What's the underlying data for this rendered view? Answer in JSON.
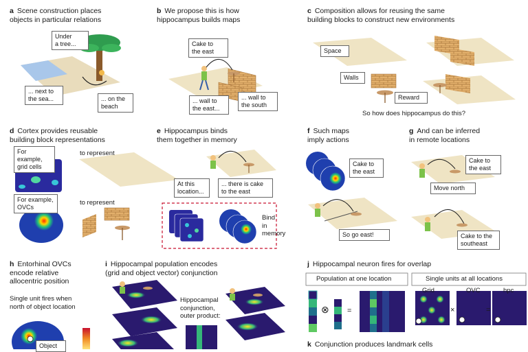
{
  "panels": {
    "a": {
      "letter": "a",
      "title": "Scene construction places\nobjects in particular relations",
      "labels": [
        "Under\na tree...",
        "... next to\nthe sea...",
        "... on the\nbeach"
      ]
    },
    "b": {
      "letter": "b",
      "title": "We propose this is how\nhippocampus builds maps",
      "labels": [
        "Cake to\nthe east",
        "... wall to\nthe east...",
        "... wall to\nthe south"
      ]
    },
    "c": {
      "letter": "c",
      "title": "Composition allows for reusing the same\nbuilding blocks to construct new environments",
      "labels": [
        "Space",
        "Walls",
        "Reward"
      ],
      "question": "So how does hippocampus do this?"
    },
    "d": {
      "letter": "d",
      "title": "Cortex provides reusable\nbuilding block representations",
      "labels": [
        "For example,\ngrid cells",
        "For example,\nOVCs"
      ],
      "represent": "to represent"
    },
    "e": {
      "letter": "e",
      "title": "Hippocampus binds\nthem together in memory",
      "labels": [
        "At this\nlocation...",
        "... there is cake\nto the east"
      ],
      "bind": "Bind\nin\nmemory"
    },
    "f": {
      "letter": "f",
      "title": "Such maps\nimply actions",
      "labels": [
        "Cake to\nthe east",
        "So go east!"
      ]
    },
    "g": {
      "letter": "g",
      "title": "And can be inferred\nin remote locations",
      "labels": [
        "Cake to\nthe east",
        "Move north",
        "Cake to the\nsoutheast"
      ]
    },
    "h": {
      "letter": "h",
      "title": "Entorhinal OVCs\nencode relative\nallocentric position",
      "caption": "Single unit fires when\nnorth of object location",
      "label": "Object"
    },
    "i": {
      "letter": "i",
      "title": "Hippocampal population encodes\n(grid and object vector) conjunction",
      "caption": "Hippocampal\nconjunction,\nouter product:"
    },
    "j": {
      "letter": "j",
      "title": "Hippocampal neuron fires for overlap",
      "box1": "Population at one location",
      "box2": "Single units at all locations",
      "labels": [
        "Grid",
        "OVC",
        "hpc"
      ],
      "ops": [
        "⊗",
        "=",
        "×",
        "="
      ]
    },
    "k": {
      "letter": "k",
      "title": "Conjunction produces landmark cells"
    }
  },
  "colors": {
    "floor": "#efe4c4",
    "wall": "#d9a866",
    "accent": "#c8102e",
    "heatDark": "#2a1a6e",
    "heatMid": "#1f9e89",
    "heatHot": "#fde725"
  }
}
